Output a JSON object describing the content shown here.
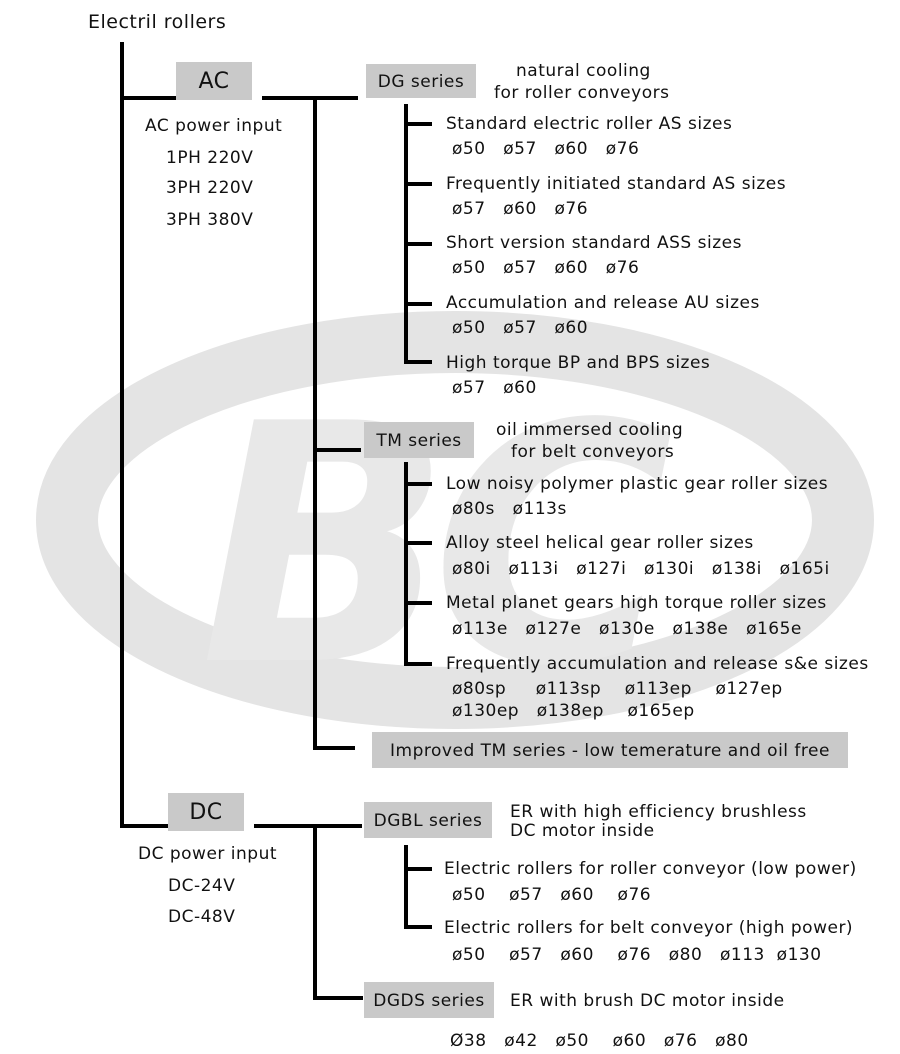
{
  "title": "Electril rollers",
  "ac": {
    "label": "AC",
    "info": [
      "AC power input",
      "1PH 220V",
      "3PH 220V",
      "3PH 380V"
    ],
    "dg": {
      "label": "DG series",
      "desc": [
        "natural cooling",
        "for roller conveyors"
      ],
      "items": [
        {
          "name": "Standard electric roller AS sizes",
          "sizes": "ø50   ø57   ø60   ø76"
        },
        {
          "name": "Frequently initiated standard AS sizes",
          "sizes": "ø57   ø60   ø76"
        },
        {
          "name": "Short version standard ASS sizes",
          "sizes": "ø50   ø57   ø60   ø76"
        },
        {
          "name": "Accumulation and release AU sizes",
          "sizes": "ø50   ø57   ø60"
        },
        {
          "name": "High torque BP and BPS sizes",
          "sizes": "ø57   ø60"
        }
      ]
    },
    "tm": {
      "label": "TM series",
      "desc": [
        "oil immersed cooling",
        "for belt conveyors"
      ],
      "items": [
        {
          "name": "Low noisy polymer plastic gear roller sizes",
          "sizes": "ø80s   ø113s"
        },
        {
          "name": "Alloy steel helical gear roller sizes",
          "sizes": "ø80i   ø113i   ø127i   ø130i   ø138i   ø165i"
        },
        {
          "name": "Metal planet gears high torque roller sizes",
          "sizes": "ø113e   ø127e   ø130e   ø138e   ø165e"
        },
        {
          "name": "Frequently accumulation and release s&e sizes",
          "sizes": "ø80sp     ø113sp    ø113ep    ø127ep",
          "sizes2": "ø130ep   ø138ep    ø165ep"
        }
      ]
    },
    "improved": "Improved TM series - low temerature and oil free"
  },
  "dc": {
    "label": "DC",
    "info": [
      "DC power input",
      "DC-24V",
      "DC-48V"
    ],
    "dgbl": {
      "label": "DGBL series",
      "desc": [
        "ER with high efficiency brushless",
        "DC motor inside"
      ],
      "items": [
        {
          "name": "Electric rollers for roller conveyor (low power)",
          "sizes": "ø50    ø57   ø60    ø76"
        },
        {
          "name": "Electric rollers for belt conveyor (high power)",
          "sizes": "ø50    ø57   ø60    ø76   ø80   ø113  ø130"
        }
      ]
    },
    "dgds": {
      "label": "DGDS series",
      "desc": "ER with brush DC motor inside",
      "sizes": "Ø38   ø42   ø50    ø60   ø76   ø80"
    }
  },
  "watermark": {
    "text": "BC",
    "color": "#e6e6e6"
  }
}
